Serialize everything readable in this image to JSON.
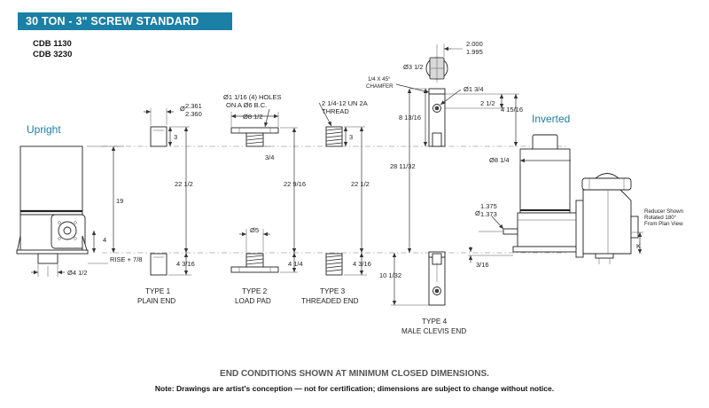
{
  "title": "30 TON - 3\" SCREW STANDARD",
  "models": [
    "CDB 1130",
    "CDB 3230"
  ],
  "views": {
    "upright": "Upright",
    "inverted": "Inverted"
  },
  "upright": {
    "dim_height": "19",
    "dim_4": "4",
    "dim_rise": "RISE + 7/8",
    "dim_base": "Ø4 1/2"
  },
  "type1": {
    "dim_dia_max": "2.361",
    "dim_dia_min": "2.360",
    "dim_dia_symbol": "Ø",
    "dim_3": "3",
    "dim_height": "22 1/2",
    "dim_bottom": "4 3/16",
    "caption_1": "TYPE 1",
    "caption_2": "PLAIN END"
  },
  "type2": {
    "note_1": "Ø1 1/16 (4) HOLES",
    "note_2": "ON A  Ø6 B.C.",
    "dim_pad": "Ø8 1/2",
    "dim_3_4": "3/4",
    "dim_5": "Ø5",
    "dim_height": "22 9/16",
    "dim_bottom": "4 1/4",
    "caption_1": "TYPE 2",
    "caption_2": "LOAD PAD"
  },
  "type3": {
    "note_1": "2 1/4-12 UN 2A",
    "note_2": "THREAD",
    "dim_3": "3",
    "dim_height": "22 1/2",
    "dim_bottom": "4 3/16",
    "caption_1": "TYPE 3",
    "caption_2": "THREADED END"
  },
  "type4": {
    "dim_width_max": "2.000",
    "dim_width_min": "1.995",
    "dim_end": "Ø3 1/2",
    "chamfer_1": "1/4 X 45°",
    "chamfer_2": "CHAMFER",
    "dim_pin": "Ø1 3/4",
    "dim_2_1_2": "2 1/2",
    "dim_4_15_16": "4 15/16",
    "dim_8_13_16": "8 13/16",
    "dim_height": "28 11/32",
    "dim_bottom": "10 1/32",
    "caption_1": "TYPE 4",
    "caption_2": "MALE CLEVIS END"
  },
  "inverted": {
    "dim_motor": "Ø8 1/4",
    "dim_shaft_max": "1.375",
    "dim_shaft_min": "1.373",
    "dim_shaft_symbol": "Ø",
    "dim_3_16": "3/16",
    "dim_k": "K",
    "reducer_1": "Reducer Shown",
    "reducer_2": "Rotated 180°",
    "reducer_3": "From Plan View"
  },
  "footer": {
    "note_1": "END CONDITIONS SHOWN AT MINIMUM CLOSED DIMENSIONS.",
    "note_2": "Note: Drawings are artist's conception — not for certification; dimensions are subject to change without notice."
  },
  "colors": {
    "accent": "#1b7fa6",
    "line": "#333333"
  }
}
